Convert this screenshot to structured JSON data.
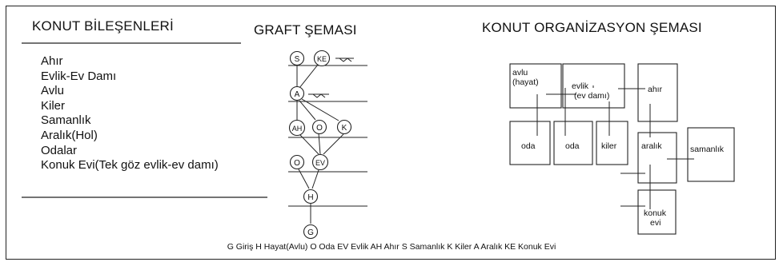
{
  "headings": {
    "components": "KONUT BİLEŞENLERİ",
    "graph": "GRAFT ŞEMASI",
    "organization": "KONUT ORGANİZASYON ŞEMASI"
  },
  "components": [
    "Ahır",
    "Evlik-Ev Damı",
    "Avlu",
    "Kiler",
    "Samanlık",
    "Aralık(Hol)",
    "Odalar",
    "Konuk Evi(Tek göz evlik-ev damı)"
  ],
  "graph": {
    "nodes": {
      "s": "S",
      "ke": "KE",
      "a": "A",
      "ah": "AH",
      "o1": "O",
      "k": "K",
      "o2": "O",
      "ev": "EV",
      "h": "H",
      "g": "G"
    }
  },
  "organization": {
    "avlu": [
      "avlu",
      "(hayat)"
    ],
    "evlik": [
      "evlik",
      "(ev damı)"
    ],
    "ahir": "ahır",
    "oda1": "oda",
    "oda2": "oda",
    "kiler": "kiler",
    "aralik": "aralık",
    "samanlik": "samanlık",
    "konuk": [
      "konuk",
      "evi"
    ]
  },
  "legend": "G Giriş H Hayat(Avlu) O Oda EV Evlik AH Ahır S Samanlık K Kiler A Aralık KE Konuk Evi"
}
